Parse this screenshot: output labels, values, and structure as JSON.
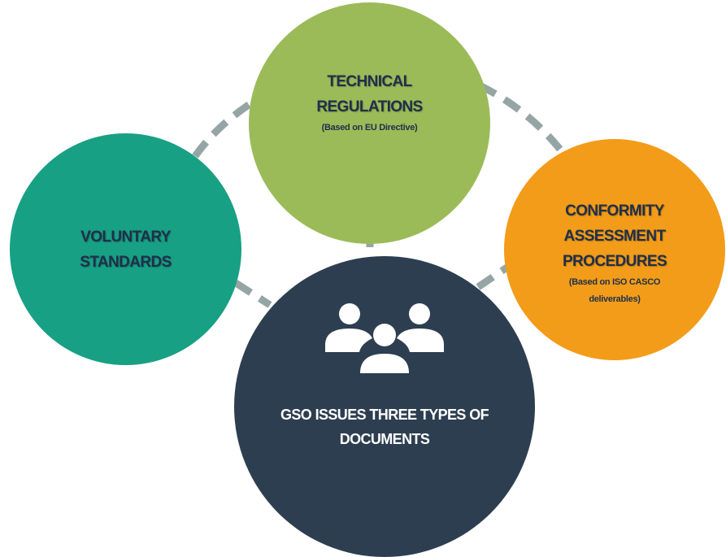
{
  "diagram": {
    "colors": {
      "technical": "#9bbb59",
      "voluntary": "#17a084",
      "conformity": "#f39c19",
      "gso": "#2d3e50",
      "connector": "#95a5a6",
      "label_dark": "#1f2f4a"
    },
    "technical": {
      "title": "TECHNICAL\nREGULATIONS",
      "subtitle": "(Based on EU Directive)"
    },
    "voluntary": {
      "title": "VOLUNTARY\nSTANDARDS"
    },
    "conformity": {
      "title": "CONFORMITY\nASSESSMENT\nPROCEDURES",
      "subtitle": "(Based on ISO CASCO\ndeliverables)"
    },
    "gso": {
      "title": "GSO ISSUES THREE TYPES OF\nDOCUMENTS",
      "icon": "people-group-icon"
    }
  }
}
